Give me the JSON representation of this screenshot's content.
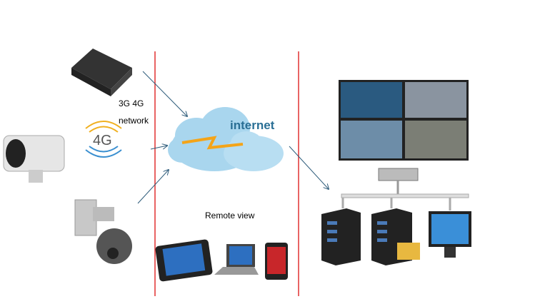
{
  "labels": {
    "network_line1": "3G 4G",
    "network_line2": "network",
    "internet": "internet",
    "remote_view": "Remote view",
    "logo_4g": "4G"
  },
  "colors": {
    "divider": "#e03030",
    "arrow": "#2d5b7a",
    "cloud": "#a9d6ee",
    "bolt": "#f4a418"
  }
}
